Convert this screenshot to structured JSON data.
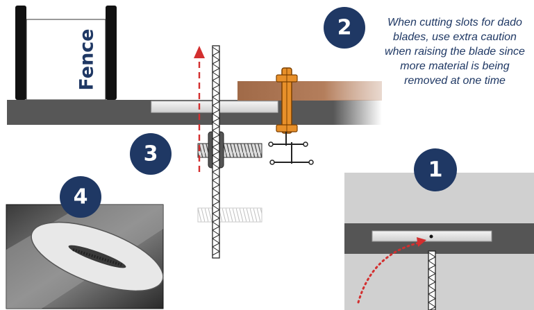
{
  "fence_label": "Fence",
  "steps": [
    {
      "number": "1"
    },
    {
      "number": "2"
    },
    {
      "number": "3"
    },
    {
      "number": "4"
    }
  ],
  "note": "When cutting slots for dado blades, use extra caution when raising the blade since more material is being removed at one time",
  "colors": {
    "badge": "#1f3864",
    "arrow": "#d32f2f",
    "clamp": "#e8902a",
    "table": "#575757",
    "workpiece": "#a8714f"
  }
}
